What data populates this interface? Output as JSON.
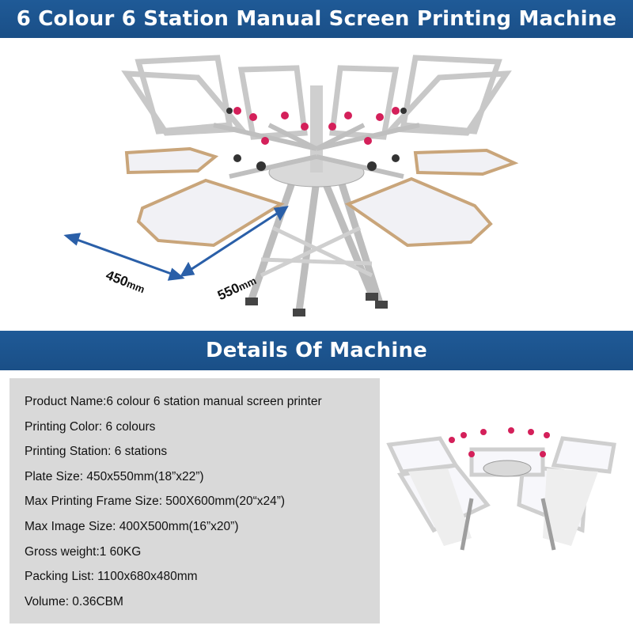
{
  "header": {
    "title": "6 Colour 6 Station Manual Screen Printing Machine"
  },
  "dimensions": {
    "width_value": "450",
    "width_unit": "mm",
    "depth_value": "550",
    "depth_unit": "mm"
  },
  "section": {
    "title": "Details Of Machine"
  },
  "details": [
    "Product Name:6 colour 6 station manual screen printer",
    "Printing Color: 6 colours",
    "Printing Station: 6 stations",
    "Plate Size: 450x550mm(18”x22”)",
    "Max Printing Frame Size: 500X600mm(20“x24”)",
    "Max Image Size: 400X500mm(16”x20”)",
    "Gross weight:1 60KG",
    "Packing List: 1100x680x480mm",
    "Volume: 0.36CBM"
  ],
  "colors": {
    "banner": "#1f5a97",
    "panel": "#d9d9d9",
    "arrow": "#2a5fa8",
    "frame": "#c8c8c8",
    "pallet": "#f1f1f5",
    "pallet_edge": "#c9a57a",
    "clamp": "#d4205a"
  },
  "icons": {
    "arrow": "double-arrow-icon"
  }
}
